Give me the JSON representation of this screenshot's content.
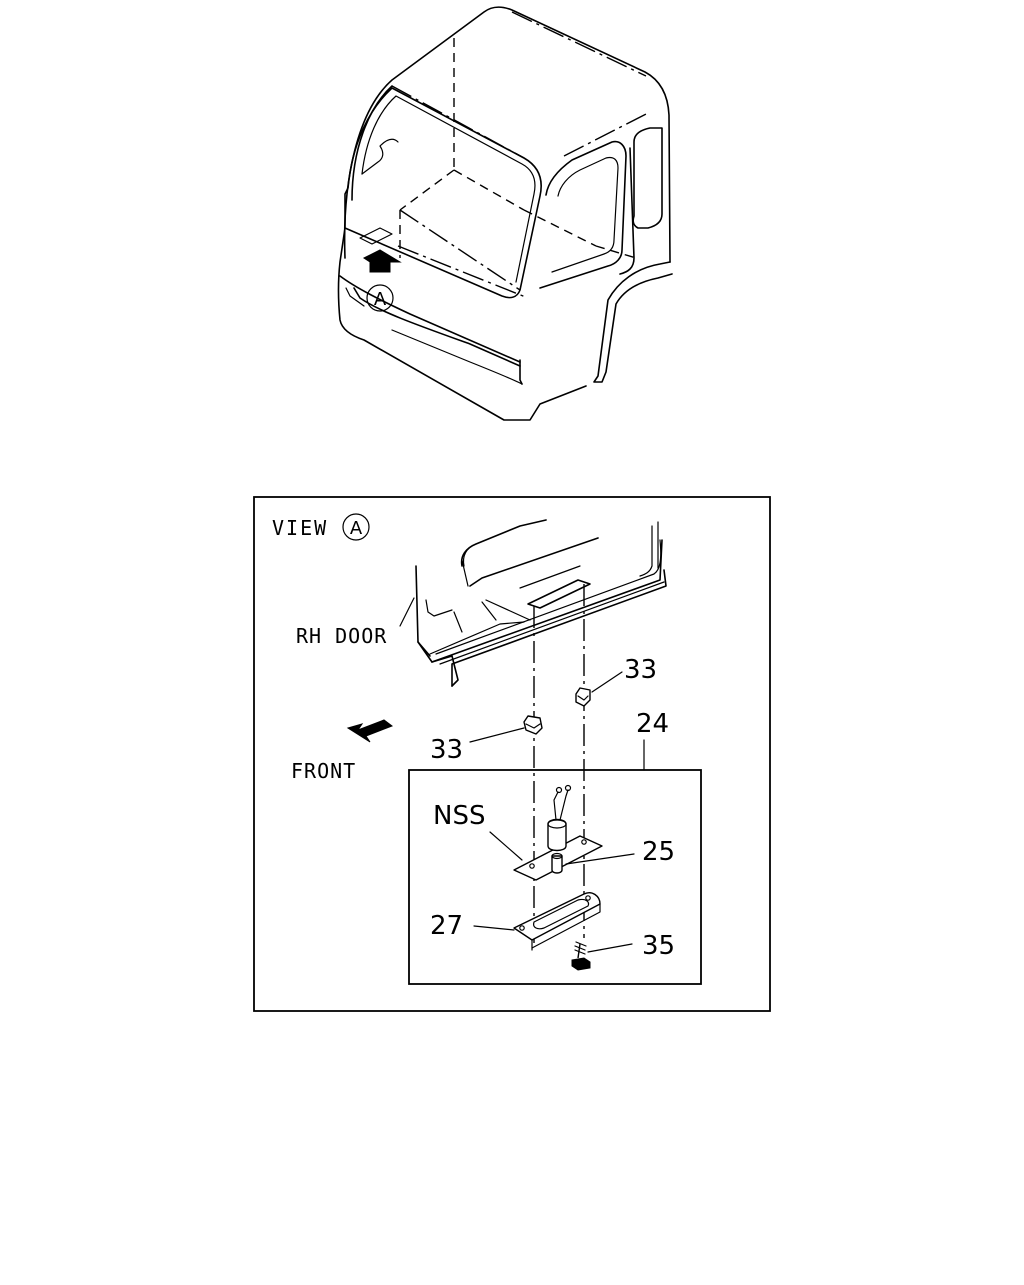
{
  "colors": {
    "line": "#000000",
    "background": "#ffffff"
  },
  "cab_view": {
    "callout": "A"
  },
  "detail_view": {
    "title": "VIEW",
    "view_ref": "A",
    "door_label": "RH DOOR",
    "front_label": "FRONT",
    "note": "NSS"
  },
  "callouts": {
    "clip_upper": "33",
    "clip_lower": "33",
    "assembly": "24",
    "lamp": "25",
    "lens": "27",
    "screw": "35"
  }
}
